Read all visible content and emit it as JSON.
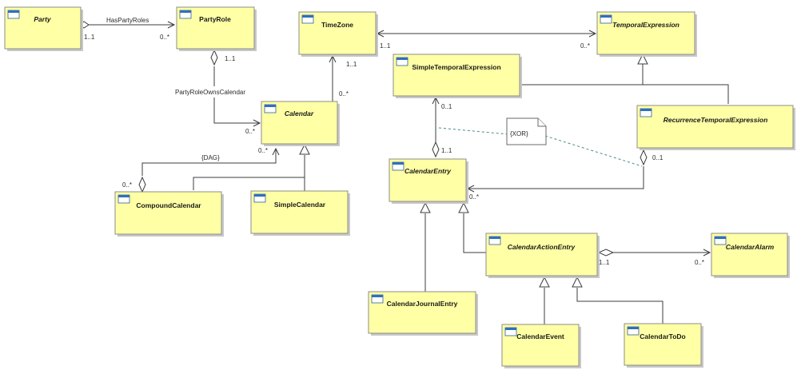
{
  "classes": {
    "party": {
      "name": "Party",
      "italic": true
    },
    "party_role": {
      "name": "PartyRole",
      "italic": false
    },
    "time_zone": {
      "name": "TimeZone",
      "italic": false
    },
    "temporal_expression": {
      "name": "TemporalExpression",
      "italic": true
    },
    "simple_temporal_expression": {
      "name": "SimpleTemporalExpression",
      "italic": false
    },
    "recurrence_temporal_expression": {
      "name": "RecurrenceTemporalExpression",
      "italic": true
    },
    "calendar": {
      "name": "Calendar",
      "italic": true
    },
    "compound_calendar": {
      "name": "CompoundCalendar",
      "italic": false
    },
    "simple_calendar": {
      "name": "SimpleCalendar",
      "italic": false
    },
    "calendar_entry": {
      "name": "CalendarEntry",
      "italic": true
    },
    "calendar_action_entry": {
      "name": "CalendarActionEntry",
      "italic": true
    },
    "calendar_alarm": {
      "name": "CalendarAlarm",
      "italic": true
    },
    "calendar_journal_entry": {
      "name": "CalendarJournalEntry",
      "italic": false
    },
    "calendar_event": {
      "name": "CalendarEvent",
      "italic": false
    },
    "calendar_todo": {
      "name": "CalendarToDo",
      "italic": false
    }
  },
  "associations": {
    "has_party_roles": {
      "name": "HasPartyRoles",
      "source_mult": "1..1",
      "target_mult": "0..*"
    },
    "party_role_owns_calendar": {
      "name": "PartyRoleOwnsCalendar",
      "source_mult": "1..1",
      "target_mult": "0..*"
    },
    "calendar_time_zone": {
      "source_mult": "0..*",
      "target_mult": "1..1"
    },
    "time_zone_temporal": {
      "source_mult": "1..1",
      "target_mult": "0..*"
    },
    "calendar_dag": {
      "name": "{DAG}",
      "source_mult": "0..*",
      "target_mult": "0..*"
    },
    "entry_simple_temporal": {
      "source_mult": "1..1",
      "target_mult": "0..1"
    },
    "entry_recurrence": {
      "source_mult": "0..1",
      "target_mult": "0..*"
    },
    "action_alarm": {
      "source_mult": "1..1",
      "target_mult": "0..*"
    }
  },
  "note": {
    "text": "{XOR}"
  },
  "colors": {
    "class_fill": "#ffffa5",
    "class_border": "#8c8c8c",
    "icon": "#2f6fbf",
    "xor_link": "#4a8a8a"
  }
}
